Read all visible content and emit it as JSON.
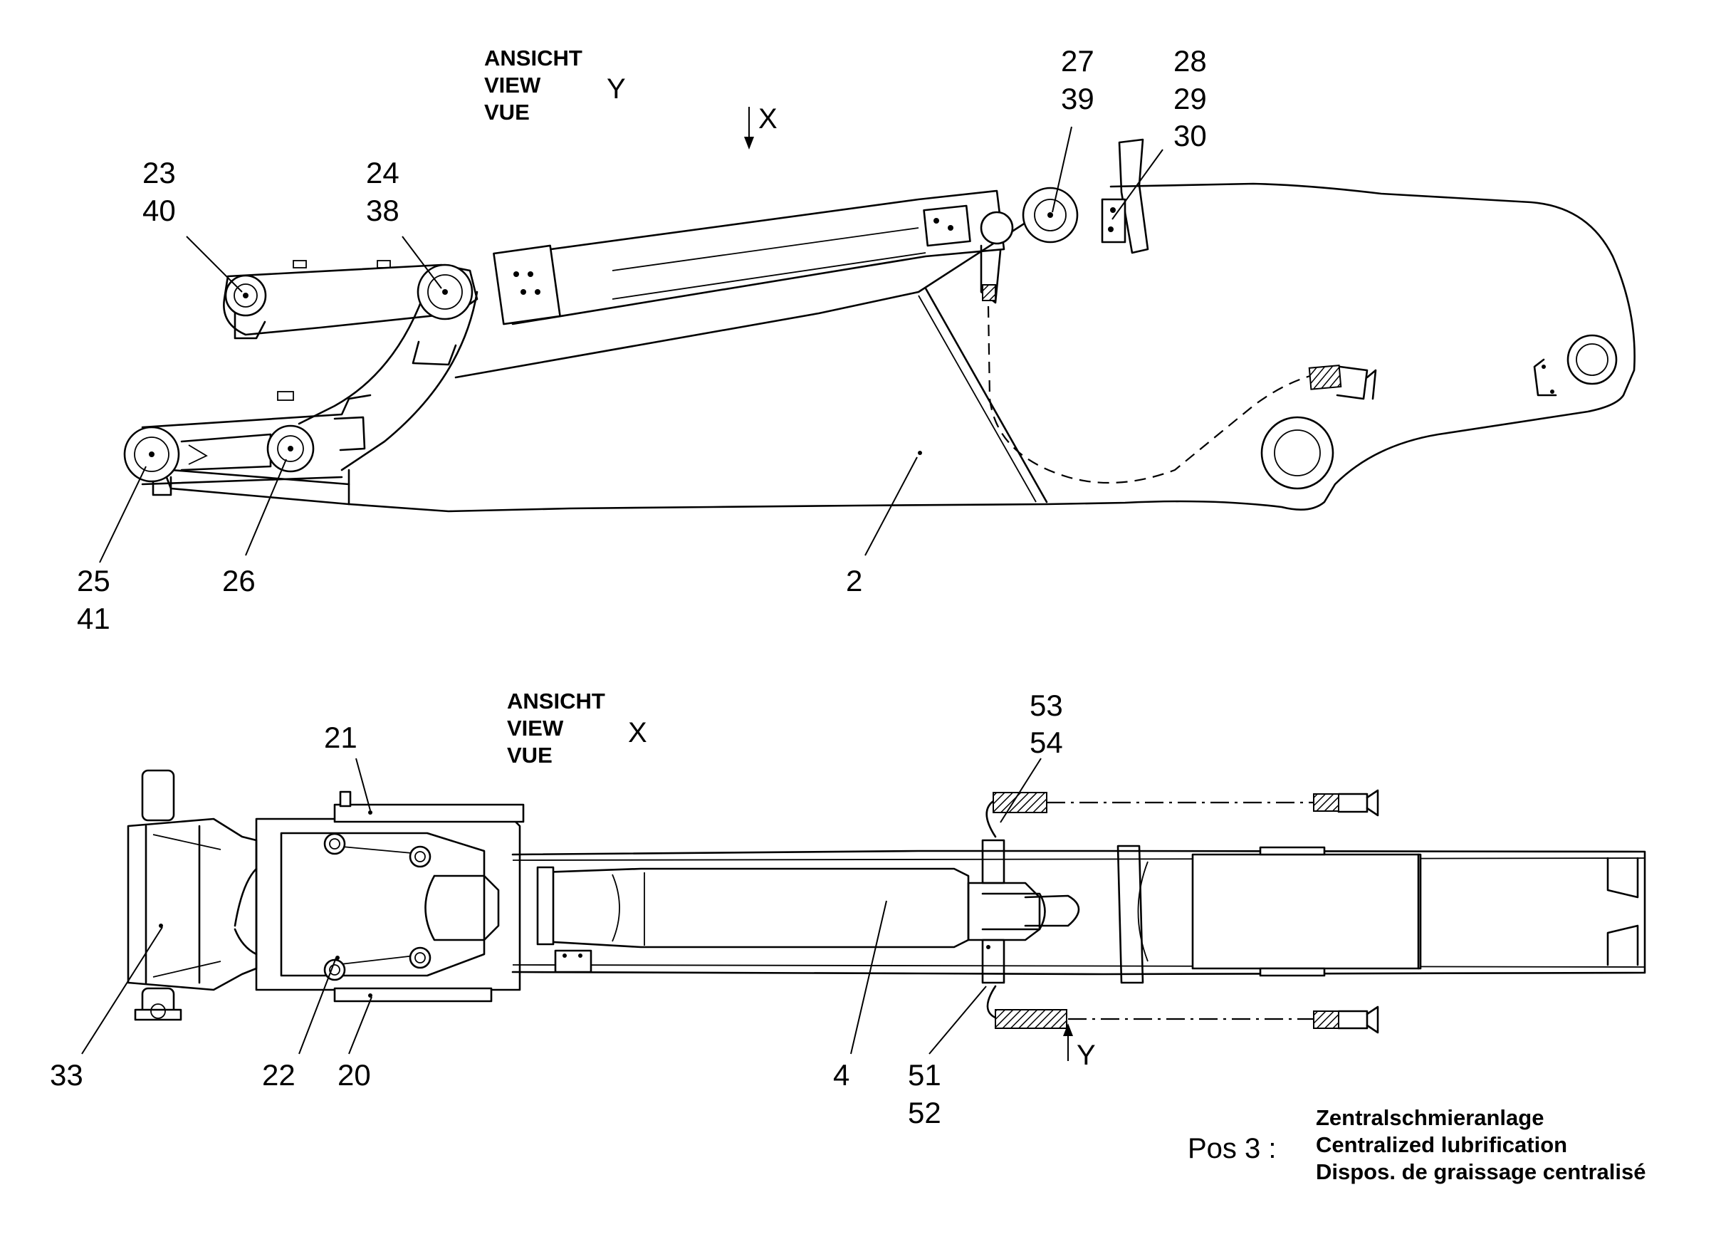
{
  "views": {
    "view_y": {
      "line1": "ANSICHT",
      "line2": "VIEW",
      "line3": "VUE",
      "letter": "Y"
    },
    "view_x": {
      "line1": "ANSICHT",
      "line2": "VIEW",
      "line3": "VUE",
      "letter": "X"
    },
    "arrow_x_letter": "X",
    "arrow_y_letter": "Y"
  },
  "side_view_labels": {
    "l23": "23",
    "l40": "40",
    "l24": "24",
    "l38": "38",
    "l27": "27",
    "l39": "39",
    "l28": "28",
    "l29": "29",
    "l30": "30",
    "l25": "25",
    "l41": "41",
    "l26": "26",
    "l2": "2"
  },
  "top_view_labels": {
    "l21": "21",
    "l53": "53",
    "l54": "54",
    "l33": "33",
    "l22": "22",
    "l20": "20",
    "l4": "4",
    "l51": "51",
    "l52": "52"
  },
  "caption": {
    "pos": "Pos 3 :",
    "de": "Zentralschmieranlage",
    "en": "Centralized lubrification",
    "fr": "Dispos. de graissage centralisé"
  }
}
